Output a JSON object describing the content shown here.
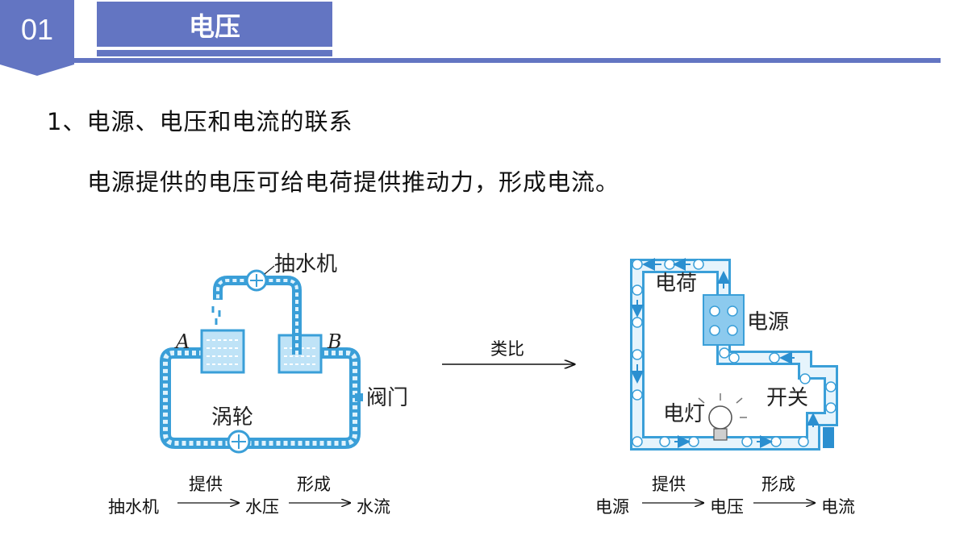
{
  "badge": {
    "number": "01"
  },
  "header": {
    "title": "电压"
  },
  "section": {
    "heading": "1、电源、电压和电流的联系",
    "sentence": "电源提供的电压可给电荷提供推动力，形成电流。"
  },
  "water_circuit": {
    "pump_label": "抽水机",
    "point_a": "A",
    "point_b": "B",
    "valve_label": "阀门",
    "turbine_label": "涡轮"
  },
  "analogy": {
    "label": "类比"
  },
  "electric_circuit": {
    "charge_label": "电荷",
    "source_label": "电源",
    "switch_label": "开关",
    "lamp_label": "电灯"
  },
  "water_flow": {
    "from": "抽水机",
    "arrow1": "提供",
    "mid": "水压",
    "arrow2": "形成",
    "to": "水流"
  },
  "electric_flow": {
    "from": "电源",
    "arrow1": "提供",
    "mid": "电压",
    "arrow2": "形成",
    "to": "电流"
  },
  "colors": {
    "accent": "#6375c2",
    "pipe": "#3a9fd8",
    "pipe_fill": "#bfe3f7"
  }
}
